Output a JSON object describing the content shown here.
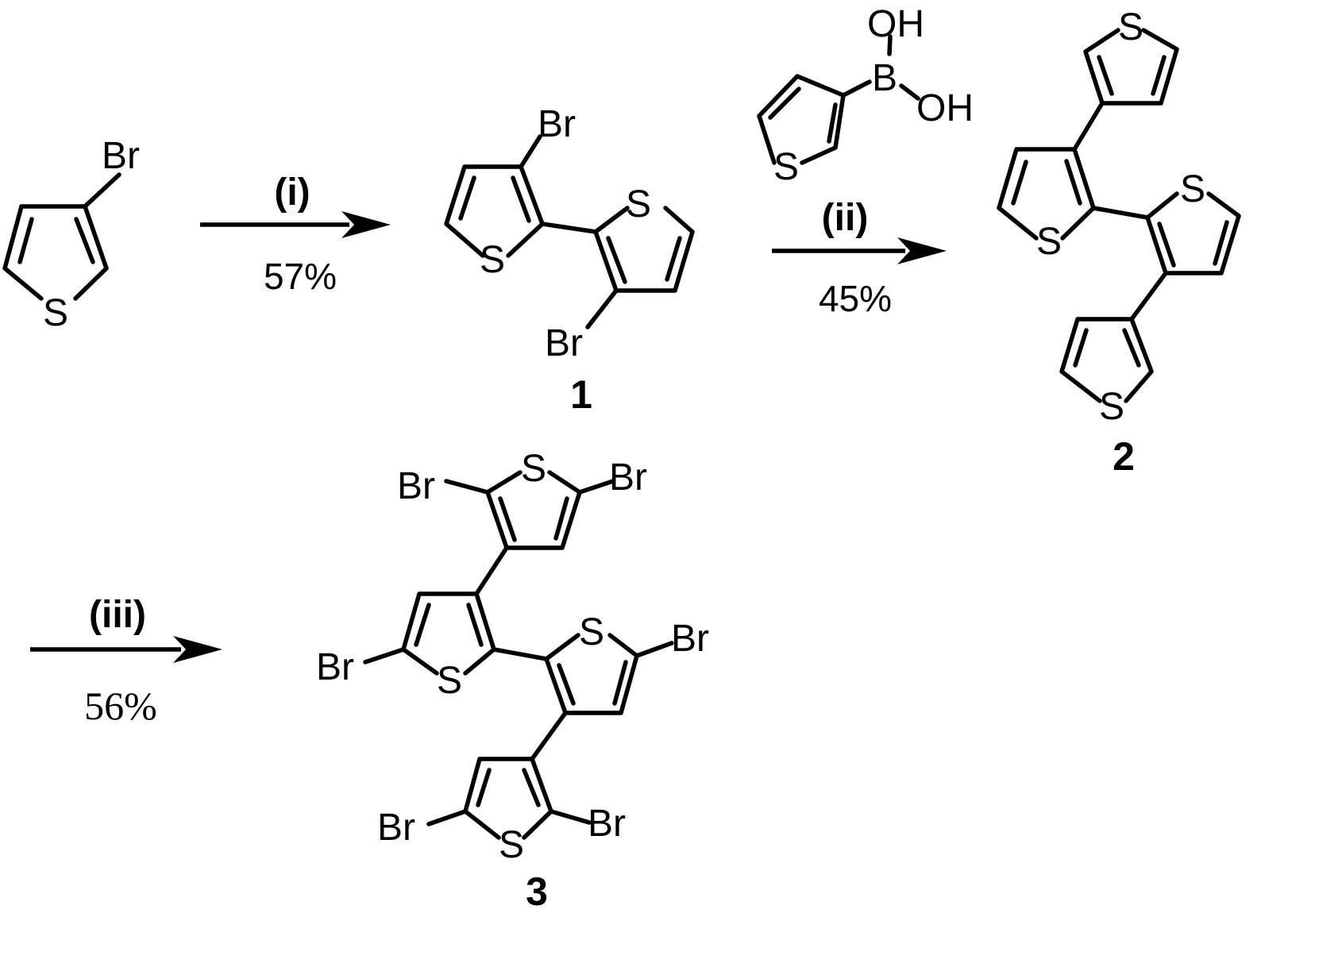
{
  "atoms": {
    "br": "Br",
    "s": "S",
    "b": "B",
    "oh": "OH"
  },
  "steps": [
    {
      "label": "(i)",
      "yield": "57%"
    },
    {
      "label": "(ii)",
      "yield": "45%"
    },
    {
      "label": "(iii)",
      "yield": "56%"
    }
  ],
  "compounds": [
    "1",
    "2",
    "3"
  ]
}
